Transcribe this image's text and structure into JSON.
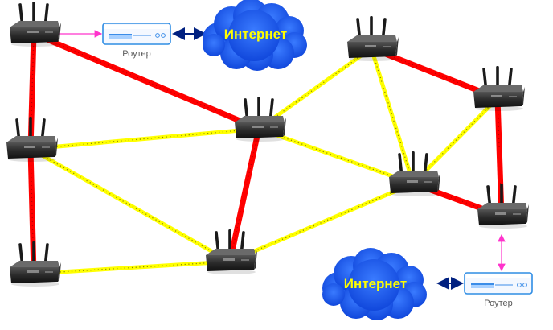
{
  "colors": {
    "wired_link": "#ff0000",
    "wireless_link": "#ffff00",
    "wireless_dots": "#8a8a00",
    "lan_link": "#ff33cc",
    "wan_link": "#002080",
    "cloud": "#1155ee",
    "cloud_text": "#ffff00",
    "router_box": "#2f8de4"
  },
  "clouds": [
    {
      "id": "cloud-top",
      "label": "Интернет"
    },
    {
      "id": "cloud-bottom",
      "label": "Интернет"
    }
  ],
  "routers": [
    {
      "id": "router-top",
      "label": "Роутер"
    },
    {
      "id": "router-bottom",
      "label": "Роутер"
    }
  ],
  "access_points": [
    {
      "id": "ap-1"
    },
    {
      "id": "ap-2"
    },
    {
      "id": "ap-3"
    },
    {
      "id": "ap-4"
    },
    {
      "id": "ap-5"
    },
    {
      "id": "ap-6"
    },
    {
      "id": "ap-7"
    },
    {
      "id": "ap-8"
    },
    {
      "id": "ap-9"
    }
  ],
  "links": [
    {
      "from": "ap-1",
      "to": "ap-2",
      "type": "wired"
    },
    {
      "from": "ap-2",
      "to": "ap-3",
      "type": "wired"
    },
    {
      "from": "ap-1",
      "to": "ap-4",
      "type": "wired"
    },
    {
      "from": "ap-4",
      "to": "ap-5",
      "type": "wired"
    },
    {
      "from": "ap-6",
      "to": "ap-7",
      "type": "wired"
    },
    {
      "from": "ap-7",
      "to": "ap-9",
      "type": "wired"
    },
    {
      "from": "ap-8",
      "to": "ap-9",
      "type": "wired"
    },
    {
      "from": "ap-2",
      "to": "ap-4",
      "type": "wireless"
    },
    {
      "from": "ap-2",
      "to": "ap-5",
      "type": "wireless"
    },
    {
      "from": "ap-3",
      "to": "ap-5",
      "type": "wireless"
    },
    {
      "from": "ap-4",
      "to": "ap-6",
      "type": "wireless"
    },
    {
      "from": "ap-4",
      "to": "ap-8",
      "type": "wireless"
    },
    {
      "from": "ap-6",
      "to": "ap-8",
      "type": "wireless"
    },
    {
      "from": "ap-5",
      "to": "ap-8",
      "type": "wireless"
    },
    {
      "from": "ap-8",
      "to": "ap-7",
      "type": "wireless"
    },
    {
      "from": "ap-1",
      "to": "router-top",
      "type": "lan"
    },
    {
      "from": "ap-9",
      "to": "router-bottom",
      "type": "lan"
    },
    {
      "from": "router-top",
      "to": "cloud-top",
      "type": "wan"
    },
    {
      "from": "router-bottom",
      "to": "cloud-bottom",
      "type": "wan"
    }
  ]
}
